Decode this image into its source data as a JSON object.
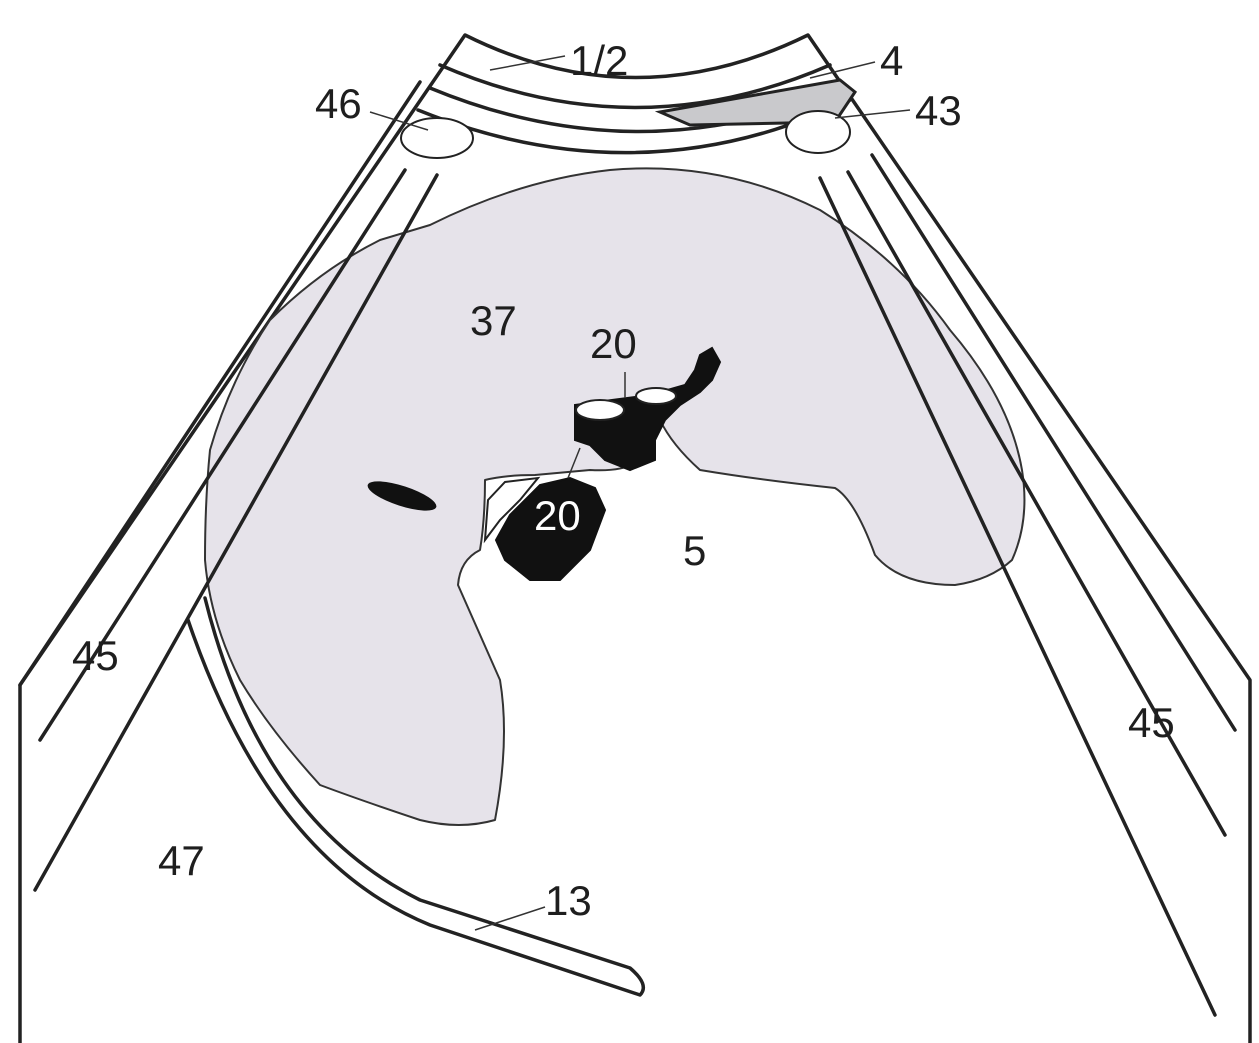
{
  "labels": {
    "skin_layers": "1/2",
    "muscle": "4",
    "left_vessel": "46",
    "right_vessel": "43",
    "liver": "37",
    "portal_upper": "20",
    "portal_lower": "20",
    "gallbladder_region": "5",
    "ribs_left": "45",
    "ribs_right": "45",
    "left_area": "47",
    "diaphragm": "13"
  },
  "colors": {
    "background": "#ffffff",
    "organ_fill": "#e6e3ea",
    "muscle_fill": "#c9c9cc",
    "vessel_fill": "#111111",
    "line": "#222222"
  }
}
